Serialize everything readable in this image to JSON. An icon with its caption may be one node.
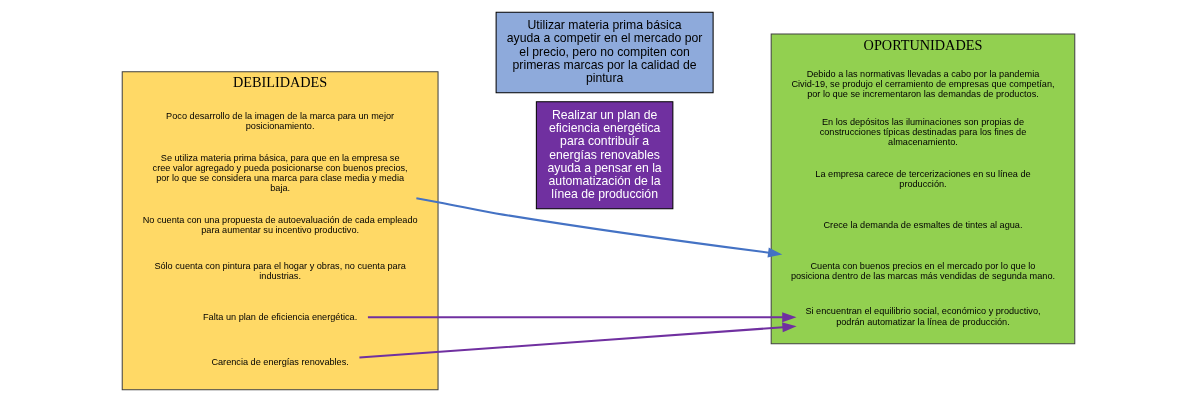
{
  "diagram": {
    "nodes": [
      {
        "text": [
          "DEBILIDADES"
        ]
      },
      {
        "text": [
          "Poco desarrollo de la imagen de la marca para un mejor posicionamiento."
        ],
        "in": 0
      },
      {
        "text": [
          "Se utiliza materia prima básica, para que en la empresa se cree valor agregado y pueda posicionarse con buenos precios, por lo que se considera una marca para clase media y media baja."
        ],
        "in": 0
      },
      {
        "text": [
          "No cuenta con una propuesta de autoevaluación de cada empleado para aumentar su incentivo productivo."
        ],
        "in": 0
      },
      {
        "text": [
          "Sólo cuenta con pintura para el hogar y obras, no cuenta para industrias."
        ],
        "in": 0
      },
      {
        "text": [
          "Falta un plan de eficiencia energética."
        ],
        "in": 0
      },
      {
        "text": [
          "Carencia de energías renovables."
        ],
        "in": 0
      },
      {
        "text": [
          "Utilizar materia prima básica ayuda a competir en el mercado por el precio, pero no compiten con primeras marcas por la calidad de pintura"
        ]
      },
      {
        "text": [
          "Realizar un plan de eficiencia energética para contribuír a energías renovables ayuda a pensar en la automatización de la línea de producción"
        ]
      },
      {
        "text": [
          "OPORTUNIDADES"
        ]
      },
      {
        "text": [
          "Debido a las normativas llevadas a cabo por la pandemia Civid-19, se produjo el cerramiento de empresas que competían, por lo que se incrementaron las demandas de productos."
        ],
        "in": 9
      },
      {
        "text": [
          "En los depósitos las iluminaciones son propias de construcciones típicas destinadas para los fines de almacenamiento."
        ],
        "in": 9
      },
      {
        "text": [
          "La empresa carece de tercerizaciones en su línea de producción."
        ],
        "in": 9
      },
      {
        "text": [
          "Crece la demanda de esmaltes de tintes al agua."
        ],
        "in": 9
      },
      {
        "text": [
          "Si encuentran el equilibrio social, económico y productivo, podrán automatizar la línea de producción."
        ],
        "in": 9
      },
      {
        "text": [
          "Cuenta con buenos precios en el mercado por lo que lo posiciona dentro de las marcas más vendidas de segunda mano."
        ],
        "in": 9
      }
    ],
    "edges": [
      {
        "from": 2,
        "to": 15,
        "arrow": "to",
        "color": "#4472c4"
      },
      {
        "from": 5,
        "to": 14,
        "arrow": "to"
      },
      {
        "from": 6,
        "to": 14,
        "arrow": "to"
      }
    ]
  }
}
